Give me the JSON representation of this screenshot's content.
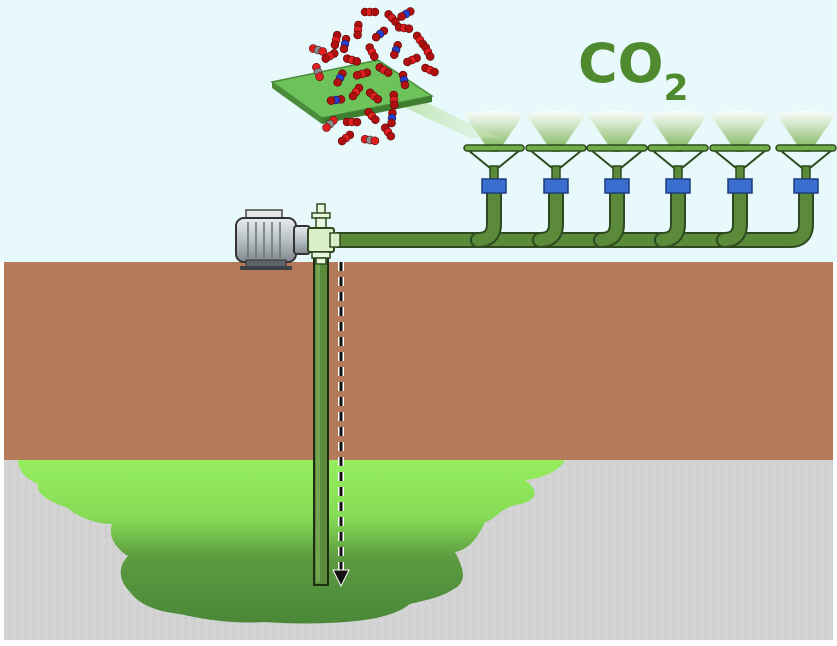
{
  "labels": {
    "co2": "CO",
    "co2_subscript": "2"
  },
  "colors": {
    "sky": "#e8f9fb",
    "soil": "#b57a58",
    "rock": "#d4d4d4",
    "reservoir_light": "#8ee65a",
    "reservoir_dark": "#4a8a36",
    "pipe": "#5a8a3a",
    "pipe_outline": "#2e4a1e",
    "connector": "#3a6fd0",
    "co2_text": "#4f8a2e",
    "molecule_red": "#e02020",
    "molecule_blue": "#1f3fd0",
    "molecule_gray": "#8a8a8a"
  },
  "icons": [
    "pump-motor-icon",
    "wellhead-valve-icon",
    "capture-membrane-icon",
    "co2-molecule-cluster-icon",
    "funnel-collector-icon",
    "downward-arrow-icon"
  ],
  "collector_count": 6
}
